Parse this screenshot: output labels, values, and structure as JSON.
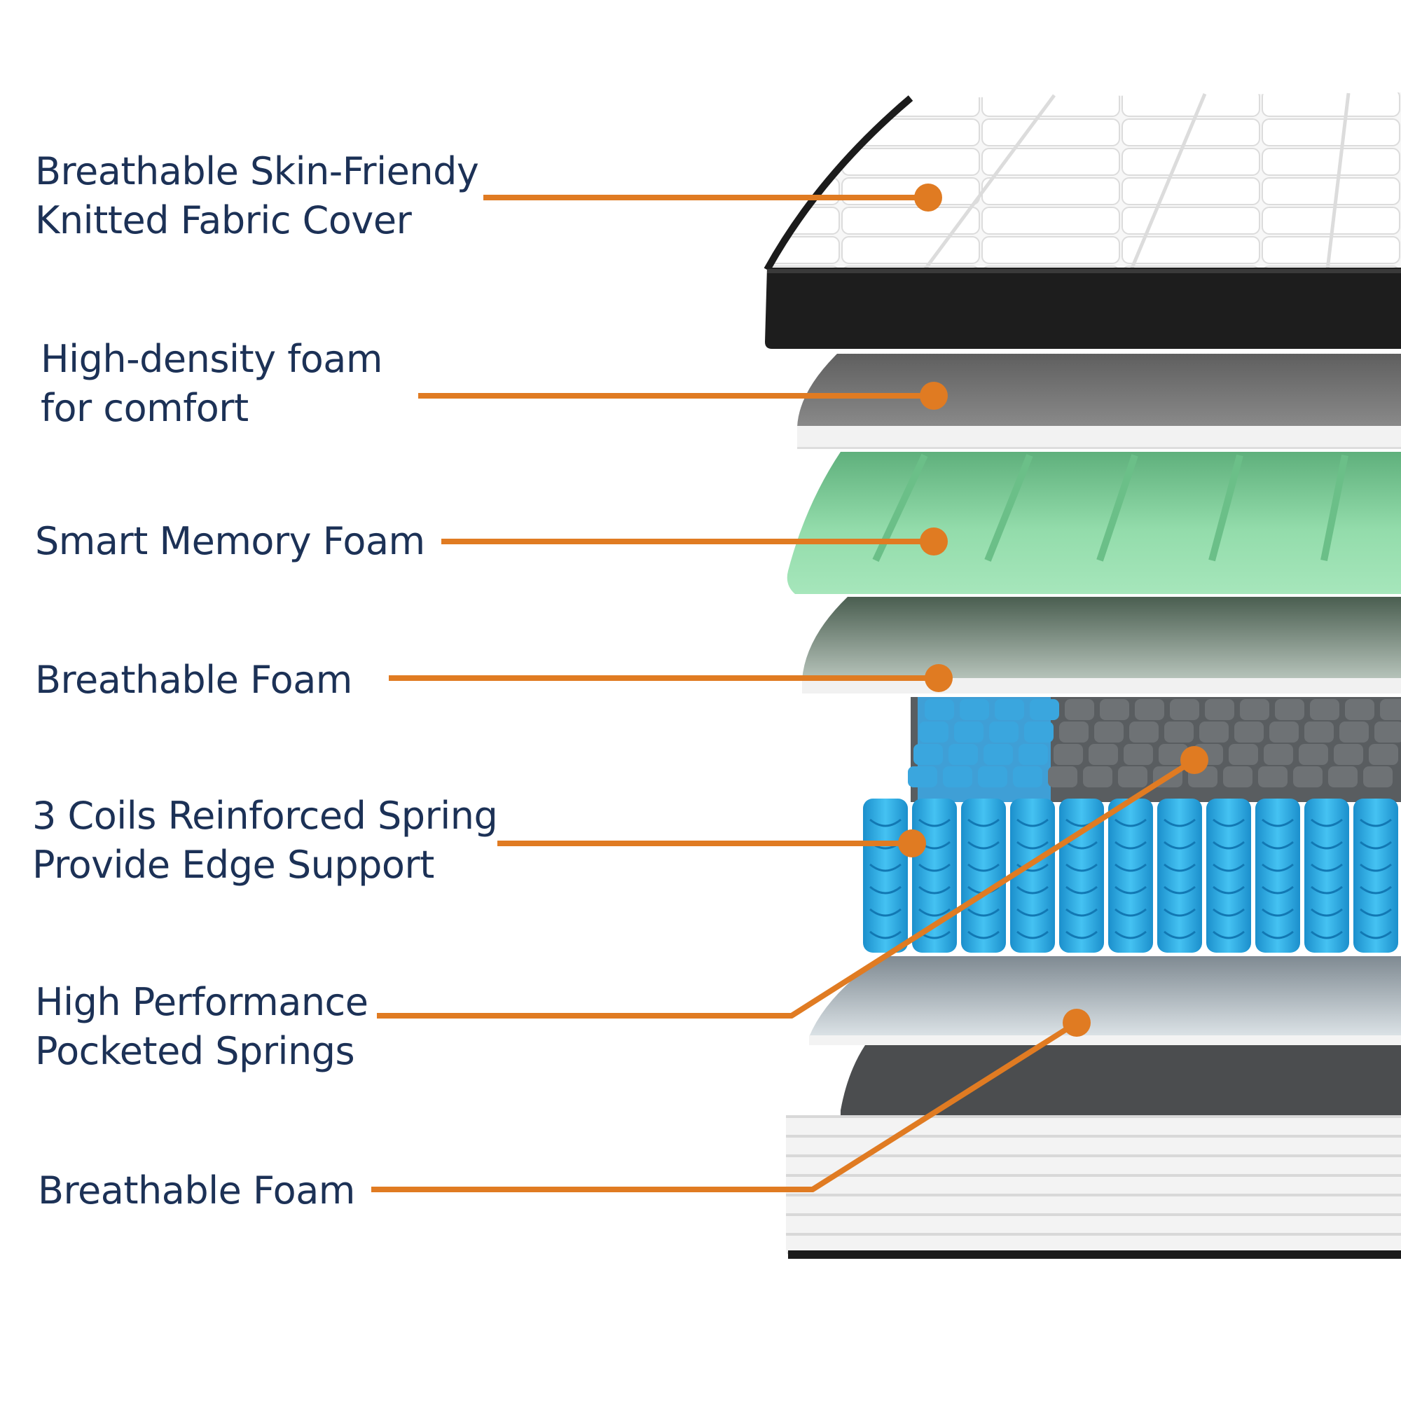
{
  "labels": {
    "cover": {
      "line1": "Breathable Skin-Friendy",
      "line2": "Knitted Fabric Cover"
    },
    "high_density": {
      "line1": "High-density foam",
      "line2": "for comfort"
    },
    "memory_foam": {
      "line1": "Smart Memory Foam"
    },
    "breathable_top": {
      "line1": "Breathable Foam"
    },
    "edge_support": {
      "line1": "3 Coils Reinforced Spring",
      "line2": "Provide Edge Support"
    },
    "pocketed": {
      "line1": "High Performance",
      "line2": "Pocketed Springs"
    },
    "breathable_bottom": {
      "line1": "Breathable Foam"
    }
  },
  "colors": {
    "leader": "#e07b22",
    "text": "#1c3156",
    "cover_border": "#1b1b1b",
    "foam_gray": "#727272",
    "memory_green": "#8fd9a6",
    "breathable_gray": "#8d9a91",
    "spring_blue": "#2fb2ea",
    "spring_gray": "#6b6f72",
    "base_white": "#f4f4f4"
  }
}
